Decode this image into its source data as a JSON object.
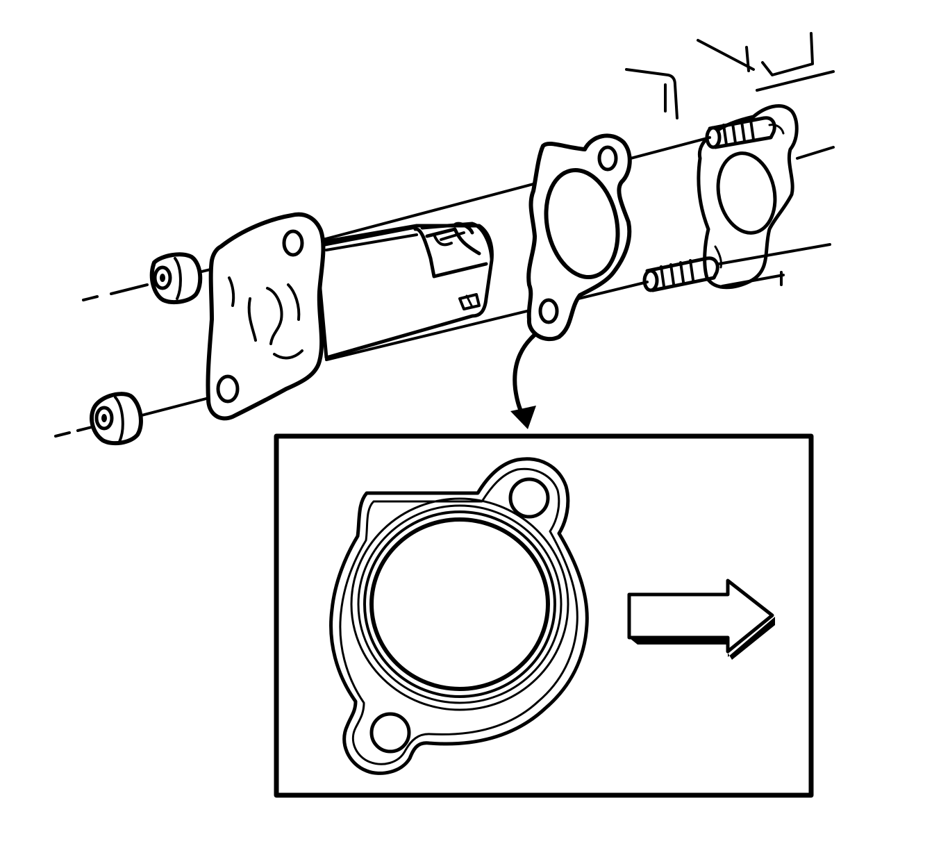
{
  "diagram": {
    "colors": {
      "ink": "#000000",
      "paper": "#ffffff"
    },
    "parts": [
      "engine-housing",
      "mounting-stud-upper",
      "mounting-stud-lower",
      "gasket",
      "valve-assembly",
      "nut-upper",
      "nut-lower",
      "detail-inset-gasket",
      "direction-arrow-icon",
      "curved-pointer-arrow-icon"
    ],
    "inset": {
      "shows": "gasket-orientation",
      "arrow_direction": "right"
    }
  }
}
